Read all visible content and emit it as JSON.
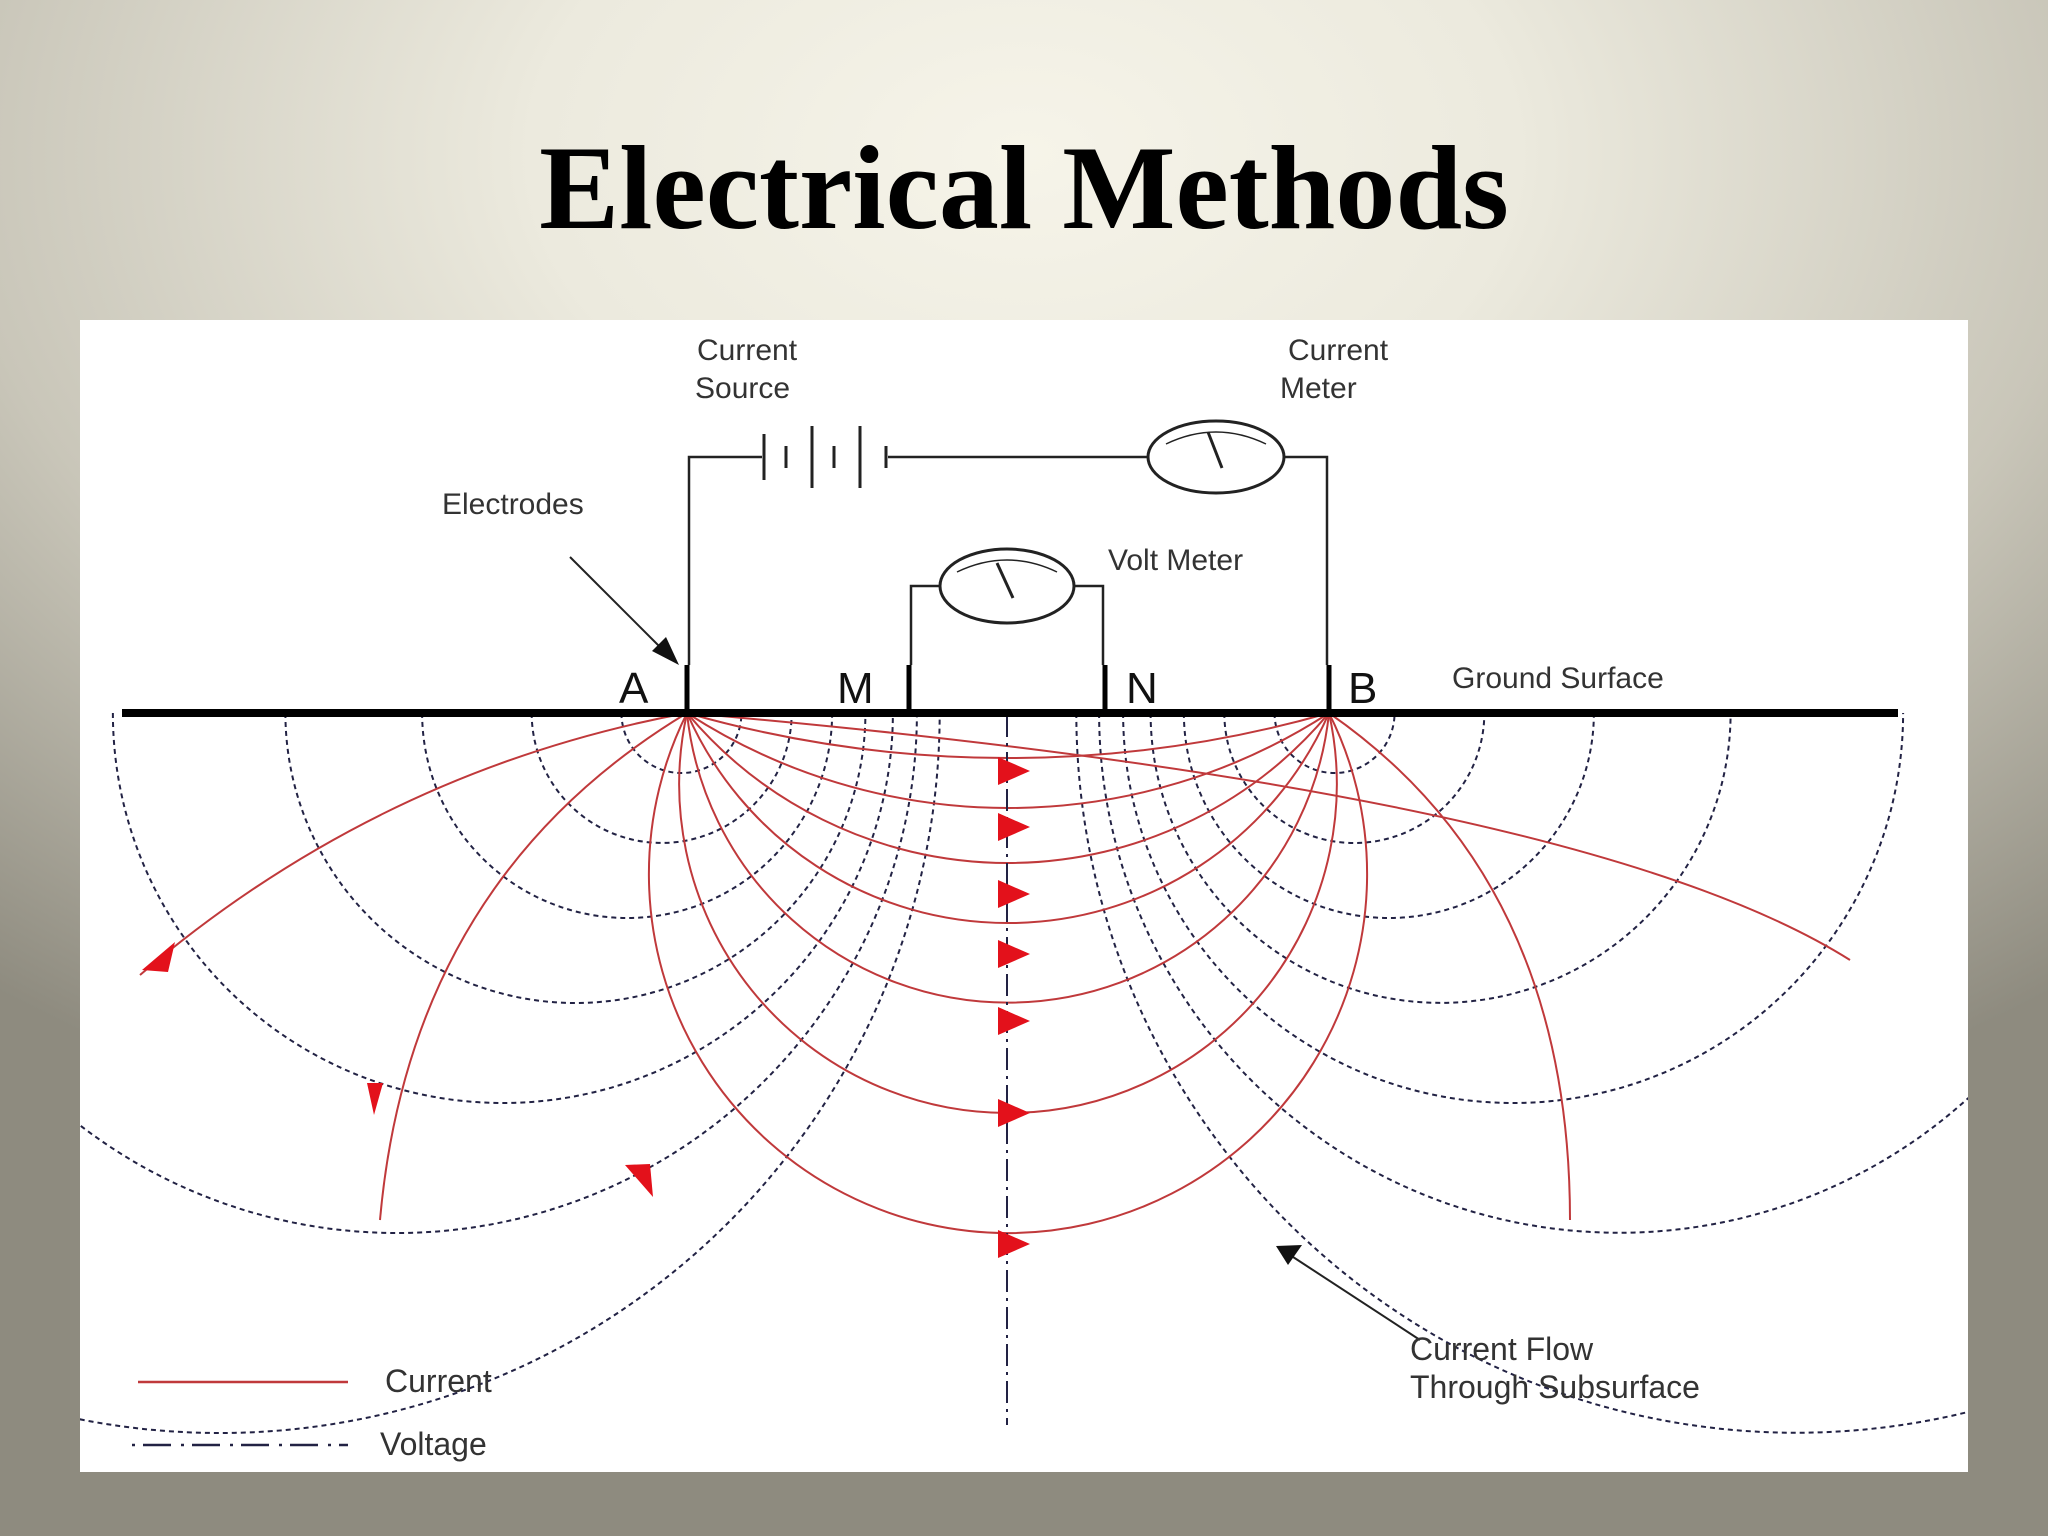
{
  "title": "Electrical Methods",
  "labels": {
    "current_source_1": "Current",
    "current_source_2": "Source",
    "current_meter_1": "Current",
    "current_meter_2": "Meter",
    "electrodes": "Electrodes",
    "volt_meter": "Volt Meter",
    "electrode_a": "A",
    "electrode_m": "M",
    "electrode_n": "N",
    "electrode_b": "B",
    "ground_surface": "Ground Surface",
    "current_flow_1": "Current Flow",
    "current_flow_2": "Through Subsurface"
  },
  "legend": {
    "current": "Current",
    "voltage": "Voltage"
  },
  "colors": {
    "current_line": "#c0393b",
    "arrow": "#e3111b",
    "voltage_line": "#222244",
    "ground": "#000000"
  }
}
